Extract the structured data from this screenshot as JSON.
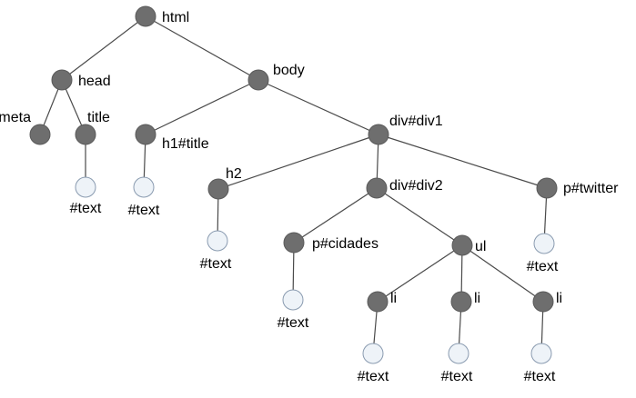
{
  "tree": {
    "nodes": [
      {
        "id": "html",
        "label": "html",
        "kind": "element"
      },
      {
        "id": "head",
        "label": "head",
        "kind": "element"
      },
      {
        "id": "body",
        "label": "body",
        "kind": "element"
      },
      {
        "id": "meta",
        "label": "meta",
        "kind": "element"
      },
      {
        "id": "title",
        "label": "title",
        "kind": "element"
      },
      {
        "id": "title-text",
        "label": "#text",
        "kind": "text"
      },
      {
        "id": "h1",
        "label": "h1#title",
        "kind": "element"
      },
      {
        "id": "h1-text",
        "label": "#text",
        "kind": "text"
      },
      {
        "id": "div1",
        "label": "div#div1",
        "kind": "element"
      },
      {
        "id": "h2",
        "label": "h2",
        "kind": "element"
      },
      {
        "id": "h2-text",
        "label": "#text",
        "kind": "text"
      },
      {
        "id": "div2",
        "label": "div#div2",
        "kind": "element"
      },
      {
        "id": "twitter",
        "label": "p#twitter",
        "kind": "element"
      },
      {
        "id": "twitter-text",
        "label": "#text",
        "kind": "text"
      },
      {
        "id": "cidades",
        "label": "p#cidades",
        "kind": "element"
      },
      {
        "id": "cidades-text",
        "label": "#text",
        "kind": "text"
      },
      {
        "id": "ul",
        "label": "ul",
        "kind": "element"
      },
      {
        "id": "li1",
        "label": "li",
        "kind": "element"
      },
      {
        "id": "li1-text",
        "label": "#text",
        "kind": "text"
      },
      {
        "id": "li2",
        "label": "li",
        "kind": "element"
      },
      {
        "id": "li2-text",
        "label": "#text",
        "kind": "text"
      },
      {
        "id": "li3",
        "label": "li",
        "kind": "element"
      },
      {
        "id": "li3-text",
        "label": "#text",
        "kind": "text"
      }
    ],
    "edges": [
      [
        "html",
        "head"
      ],
      [
        "html",
        "body"
      ],
      [
        "head",
        "meta"
      ],
      [
        "head",
        "title"
      ],
      [
        "title",
        "title-text"
      ],
      [
        "body",
        "h1"
      ],
      [
        "body",
        "div1"
      ],
      [
        "h1",
        "h1-text"
      ],
      [
        "div1",
        "h2"
      ],
      [
        "div1",
        "div2"
      ],
      [
        "div1",
        "twitter"
      ],
      [
        "h2",
        "h2-text"
      ],
      [
        "twitter",
        "twitter-text"
      ],
      [
        "div2",
        "cidades"
      ],
      [
        "div2",
        "ul"
      ],
      [
        "cidades",
        "cidades-text"
      ],
      [
        "ul",
        "li1"
      ],
      [
        "ul",
        "li2"
      ],
      [
        "ul",
        "li3"
      ],
      [
        "li1",
        "li1-text"
      ],
      [
        "li2",
        "li2-text"
      ],
      [
        "li3",
        "li3-text"
      ]
    ],
    "colors": {
      "element_fill": "#6e6e6e",
      "text_fill": "#eef3f8",
      "text_stroke": "#8a9bb0",
      "edge": "#4a4a4a"
    }
  }
}
